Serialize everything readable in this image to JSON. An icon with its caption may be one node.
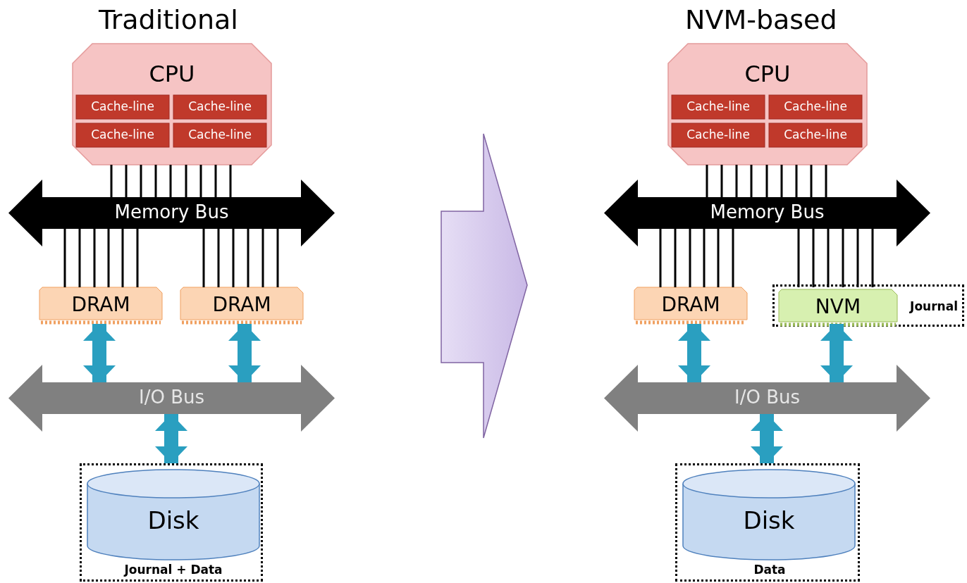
{
  "diagram": {
    "nodes": [
      {
        "text": [
          "CPU"
        ]
      },
      {
        "text": [
          "Cache-line"
        ],
        "in": 0
      },
      {
        "text": [
          "Cache-line"
        ],
        "in": 0
      },
      {
        "text": [
          "Cache-line"
        ],
        "in": 0
      },
      {
        "text": [
          "Cache-line"
        ],
        "in": 0
      },
      {
        "text": [
          "Memory Bus"
        ]
      },
      {
        "text": [
          "DRAM"
        ]
      },
      {
        "text": [
          "DRAM"
        ]
      },
      {
        "text": [
          "I/O Bus"
        ]
      },
      {
        "text": [
          "Journal + Data"
        ]
      },
      {
        "text": [
          "Disk"
        ],
        "in": 9
      },
      {
        "text": [
          "CPU"
        ]
      },
      {
        "text": [
          "Cache-line"
        ],
        "in": 11
      },
      {
        "text": [
          "Cache-line"
        ],
        "in": 11
      },
      {
        "text": [
          "Cache-line"
        ],
        "in": 11
      },
      {
        "text": [
          "Cache-line"
        ],
        "in": 11
      },
      {
        "text": [
          "Memory Bus"
        ]
      },
      {
        "text": [
          "DRAM"
        ]
      },
      {
        "text": [
          "Journal"
        ]
      },
      {
        "text": [
          "NVM"
        ],
        "in": 18
      },
      {
        "text": [
          "I/O Bus"
        ]
      },
      {
        "text": [
          "Data"
        ]
      },
      {
        "text": [
          "Disk"
        ],
        "in": 21
      }
    ],
    "edges": [
      {
        "from": 0,
        "to": 5,
        "arrow": "none"
      },
      {
        "from": 5,
        "to": 6,
        "arrow": "none"
      },
      {
        "from": 5,
        "to": 7,
        "arrow": "none"
      },
      {
        "from": 6,
        "to": 8,
        "arrow": "both",
        "style": "thick",
        "color": "#2a9fc0"
      },
      {
        "from": 7,
        "to": 8,
        "arrow": "both",
        "style": "thick",
        "color": "#2a9fc0"
      },
      {
        "from": 8,
        "to": 9,
        "arrow": "both",
        "style": "thick",
        "color": "#2a9fc0"
      },
      {
        "from": 11,
        "to": 16,
        "arrow": "none"
      },
      {
        "from": 16,
        "to": 17,
        "arrow": "none"
      },
      {
        "from": 16,
        "to": 19,
        "arrow": "none"
      },
      {
        "from": 17,
        "to": 20,
        "arrow": "both",
        "style": "thick",
        "color": "#2a9fc0"
      },
      {
        "from": 19,
        "to": 20,
        "arrow": "both",
        "style": "thick",
        "color": "#2a9fc0"
      },
      {
        "from": 20,
        "to": 21,
        "arrow": "both",
        "style": "thick",
        "color": "#2a9fc0"
      }
    ],
    "labels": [
      "Traditional",
      "NVM-based"
    ]
  }
}
